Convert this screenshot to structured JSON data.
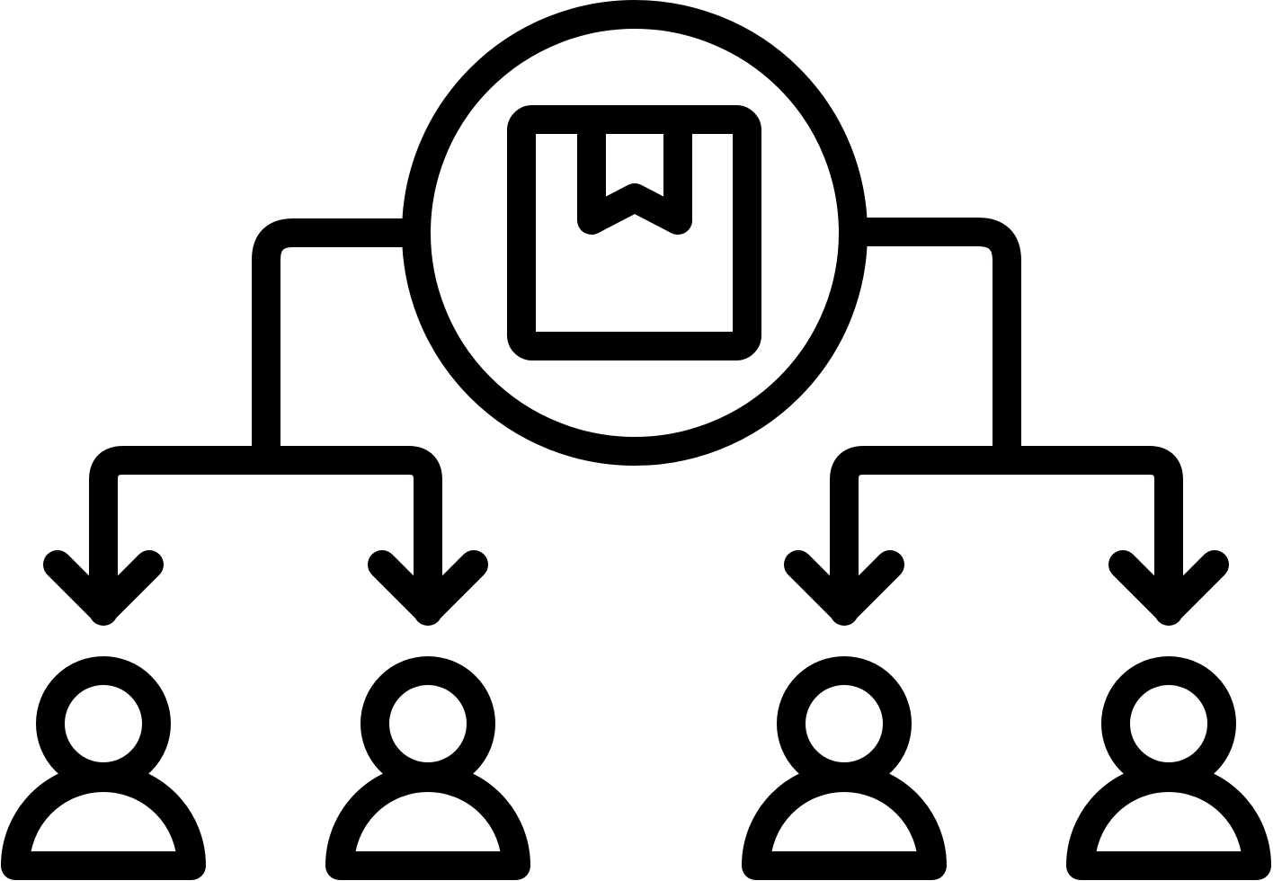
{
  "icon": {
    "name": "package-distribution-icon",
    "stroke_color": "#000000",
    "background_color": "#ffffff",
    "components": [
      "package-box",
      "hub-circle",
      "distribution-branches",
      "down-arrows",
      "recipient-users"
    ],
    "recipient_count": 4
  }
}
